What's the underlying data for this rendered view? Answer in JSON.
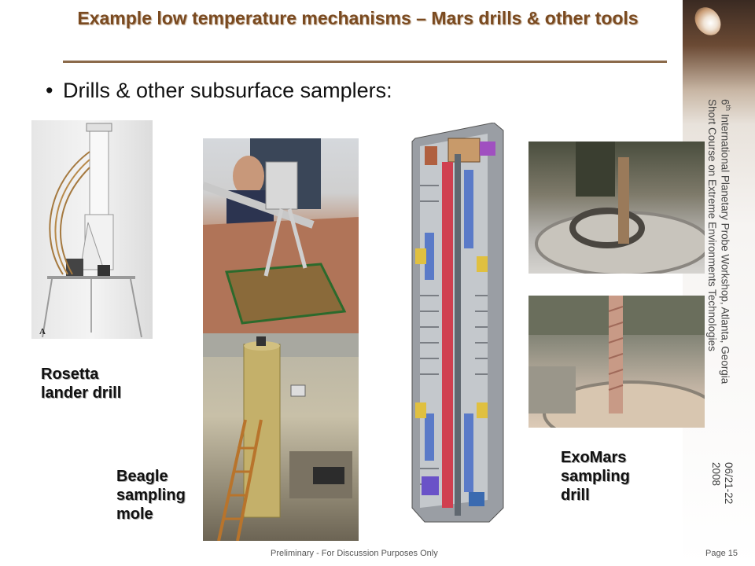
{
  "slide": {
    "title": "Example low temperature mechanisms – Mars drills & other tools",
    "bullet": "Drills & other subsurface samplers:",
    "side_line1_pre": "6",
    "side_line1_sup": "th",
    "side_line1_post": " International Planetary Probe Workshop, Atlanta, Georgia",
    "side_line2": "Short Course on Extreme Environments Technologies",
    "side_date_line1": "06/21-22",
    "side_date_line2": "2008",
    "footer_center": "Preliminary - For Discussion Purposes Only",
    "footer_right": "Page 15"
  },
  "captions": {
    "rosetta": "Rosetta\nlander drill",
    "beagle": "Beagle\nsampling\nmole",
    "exomars": "ExoMars\nsampling\ndrill"
  },
  "image_labels": {
    "rosetta_letter": "A"
  },
  "colors": {
    "title": "#7a4a20",
    "rule": "#8b6a4a"
  }
}
